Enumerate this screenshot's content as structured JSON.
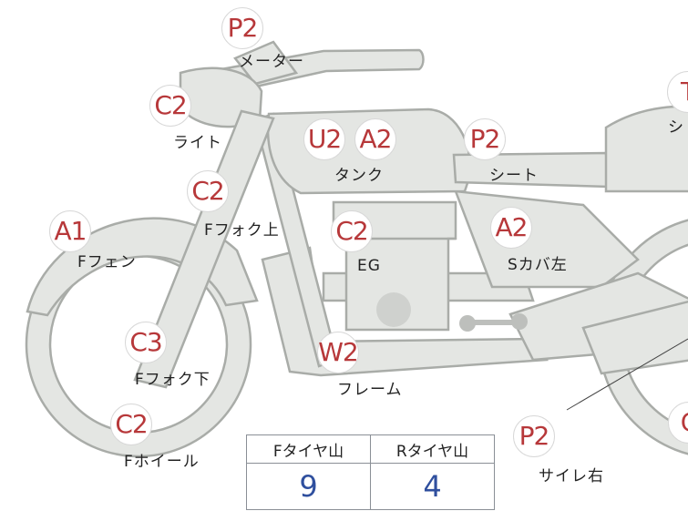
{
  "parts": [
    {
      "id": "meter",
      "code": "P2",
      "label": "メーター"
    },
    {
      "id": "light",
      "code": "C2",
      "label": "ライト"
    },
    {
      "id": "tank",
      "codes": [
        "U2",
        "A2"
      ],
      "label": "タンク"
    },
    {
      "id": "seat",
      "code": "P2",
      "label": "シート"
    },
    {
      "id": "tail",
      "code": "T",
      "label": "シ"
    },
    {
      "id": "f-fork-upper",
      "code": "C2",
      "label": "Fフォク上"
    },
    {
      "id": "f-fender",
      "code": "A1",
      "label": "Fフェン"
    },
    {
      "id": "engine",
      "code": "C2",
      "label": "EG"
    },
    {
      "id": "s-cover-left",
      "code": "A2",
      "label": "Sカバ左"
    },
    {
      "id": "f-fork-lower",
      "code": "C3",
      "label": "Fフォク下"
    },
    {
      "id": "frame",
      "code": "W2",
      "label": "フレーム"
    },
    {
      "id": "f-wheel",
      "code": "C2",
      "label": "Fホイール"
    },
    {
      "id": "muffler-right",
      "code": "P2",
      "label": "サイレ右"
    },
    {
      "id": "rear-partial",
      "code": "C",
      "label": ""
    }
  ],
  "tread": {
    "headers": [
      "Fタイヤ山",
      "Rタイヤ山"
    ],
    "values": [
      "9",
      "4"
    ]
  },
  "colors": {
    "code": "#b7383a",
    "part_fill": "#e4e6e3",
    "part_stroke": "#a9aca8",
    "value": "#2f4f9e"
  }
}
